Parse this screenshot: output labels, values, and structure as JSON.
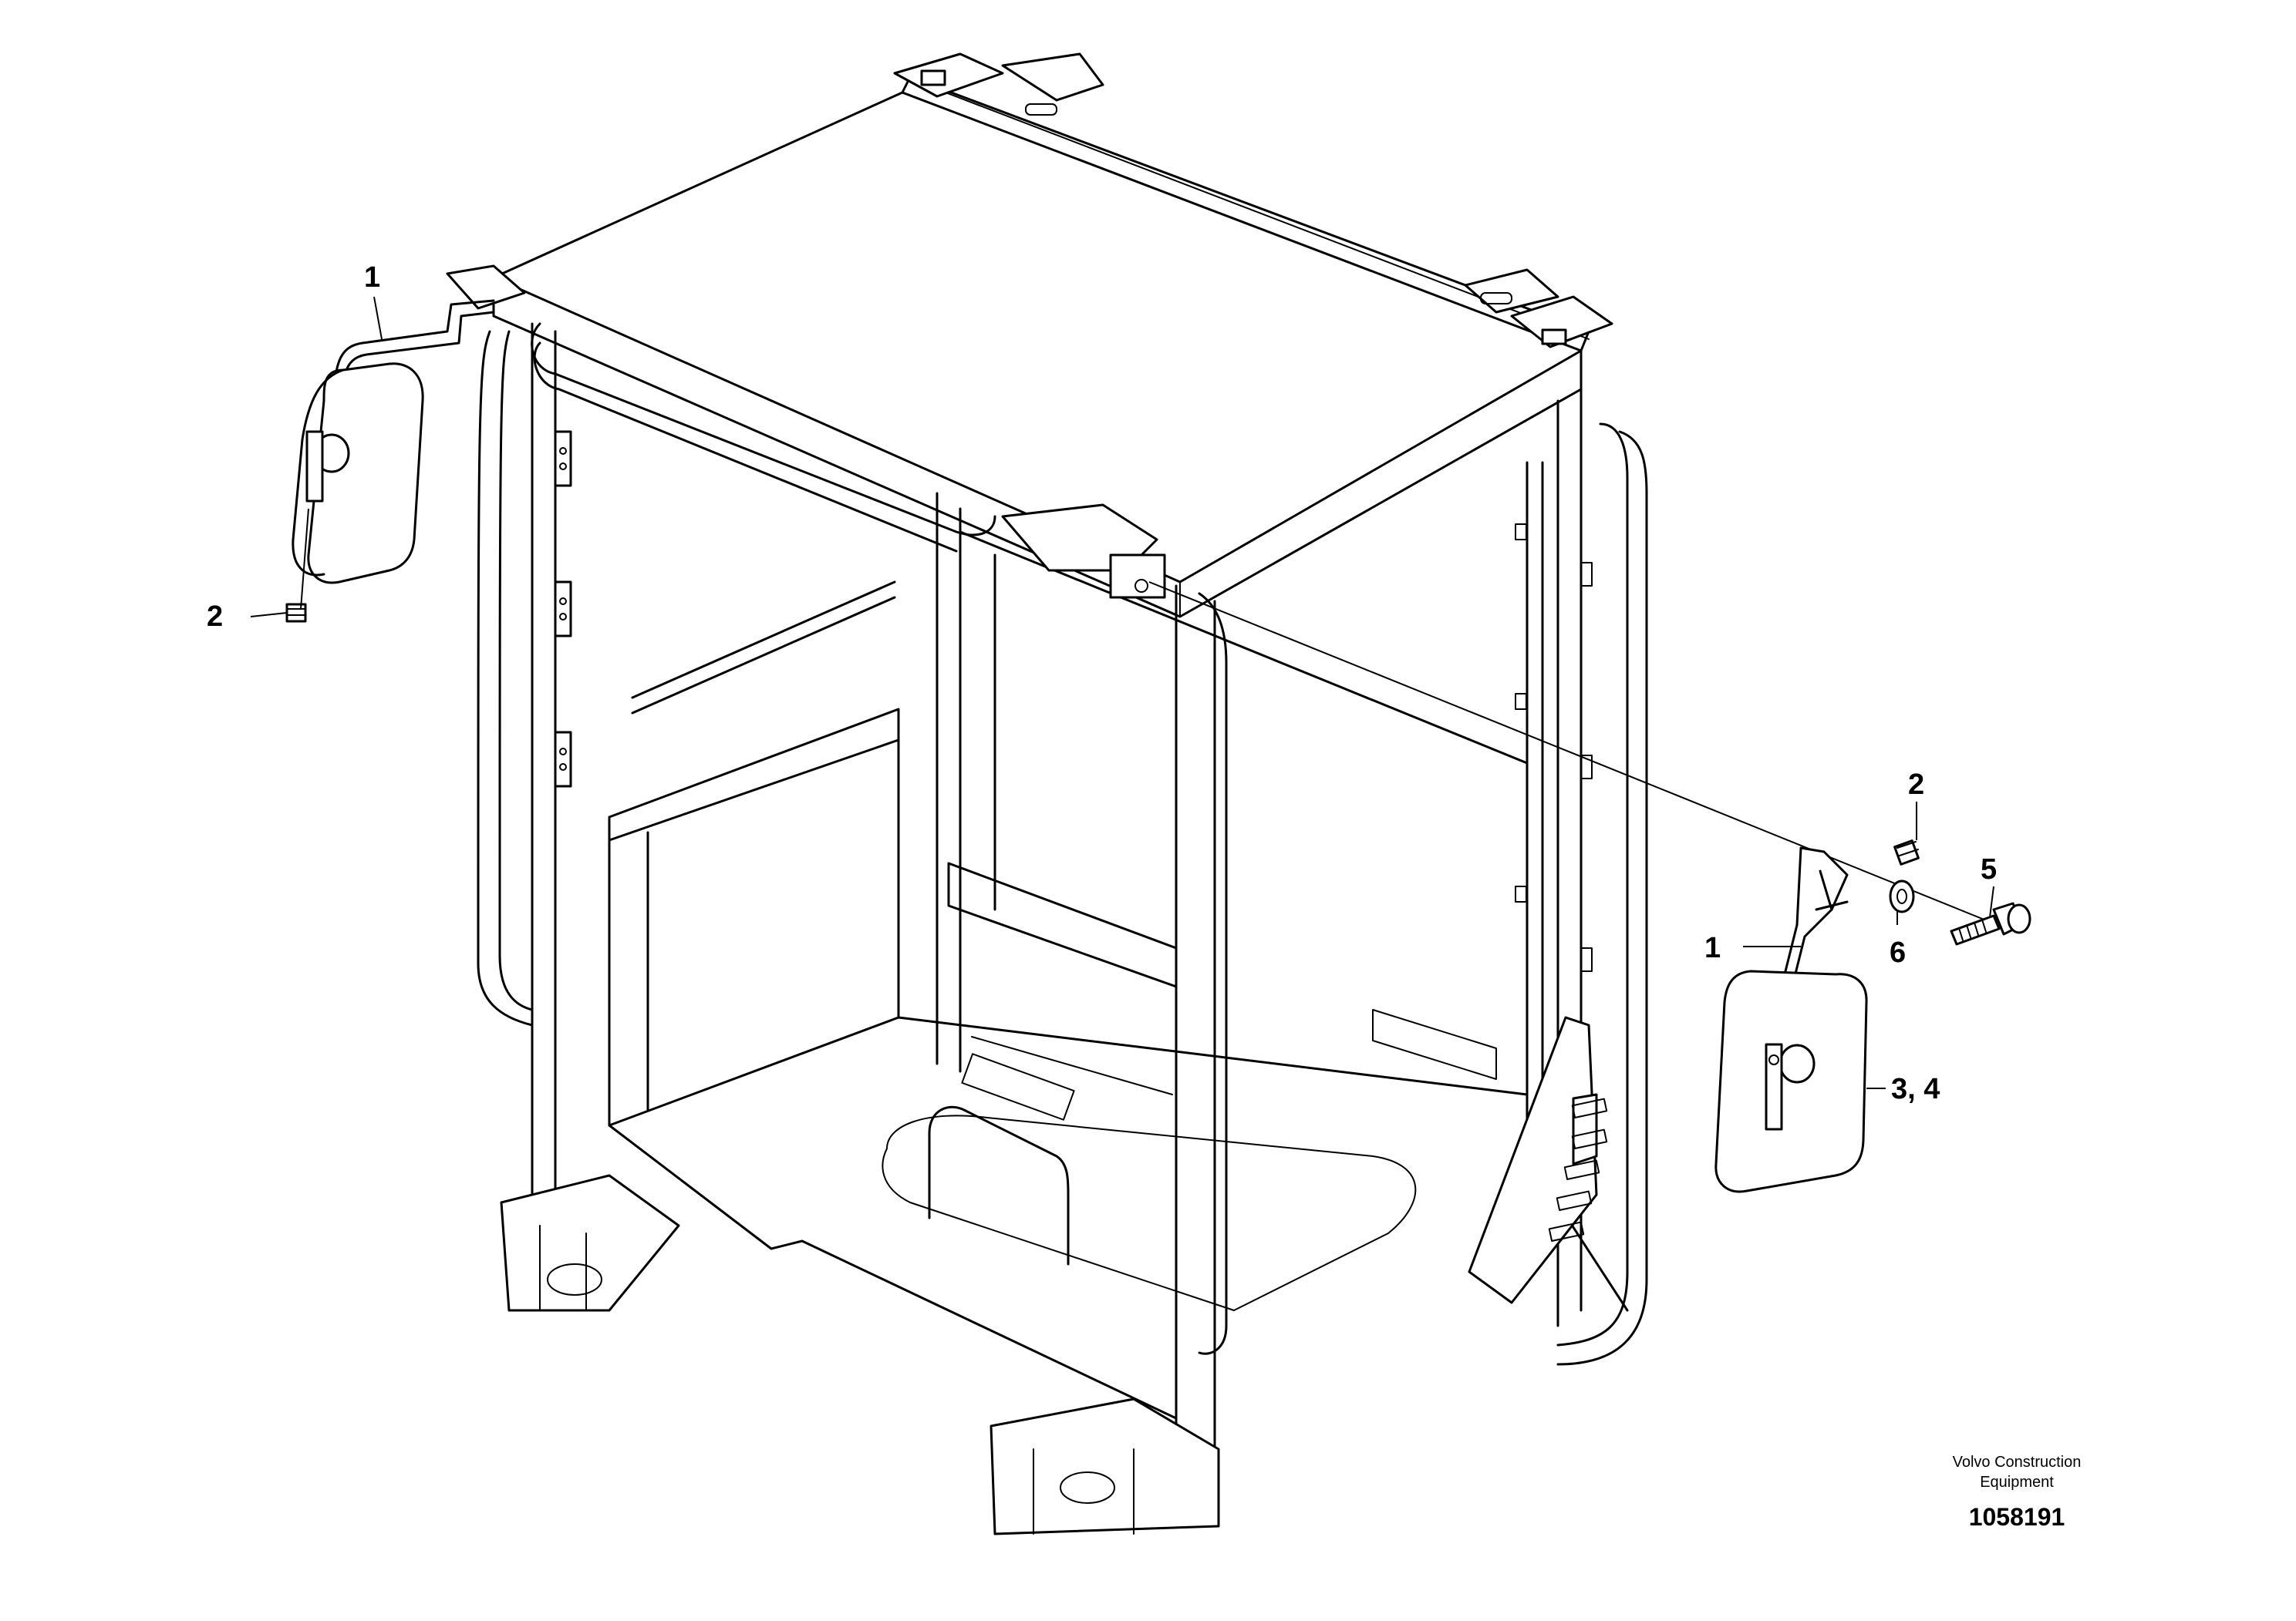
{
  "callouts": {
    "left_mirror_bracket": "1",
    "left_nut": "2",
    "right_nut": "2",
    "right_mirror_bracket": "1",
    "washer": "6",
    "bolt": "5",
    "mirror_assembly": "3, 4"
  },
  "footer": {
    "brand_line1": "Volvo Construction",
    "brand_line2": "Equipment",
    "doc_number": "1058191"
  }
}
